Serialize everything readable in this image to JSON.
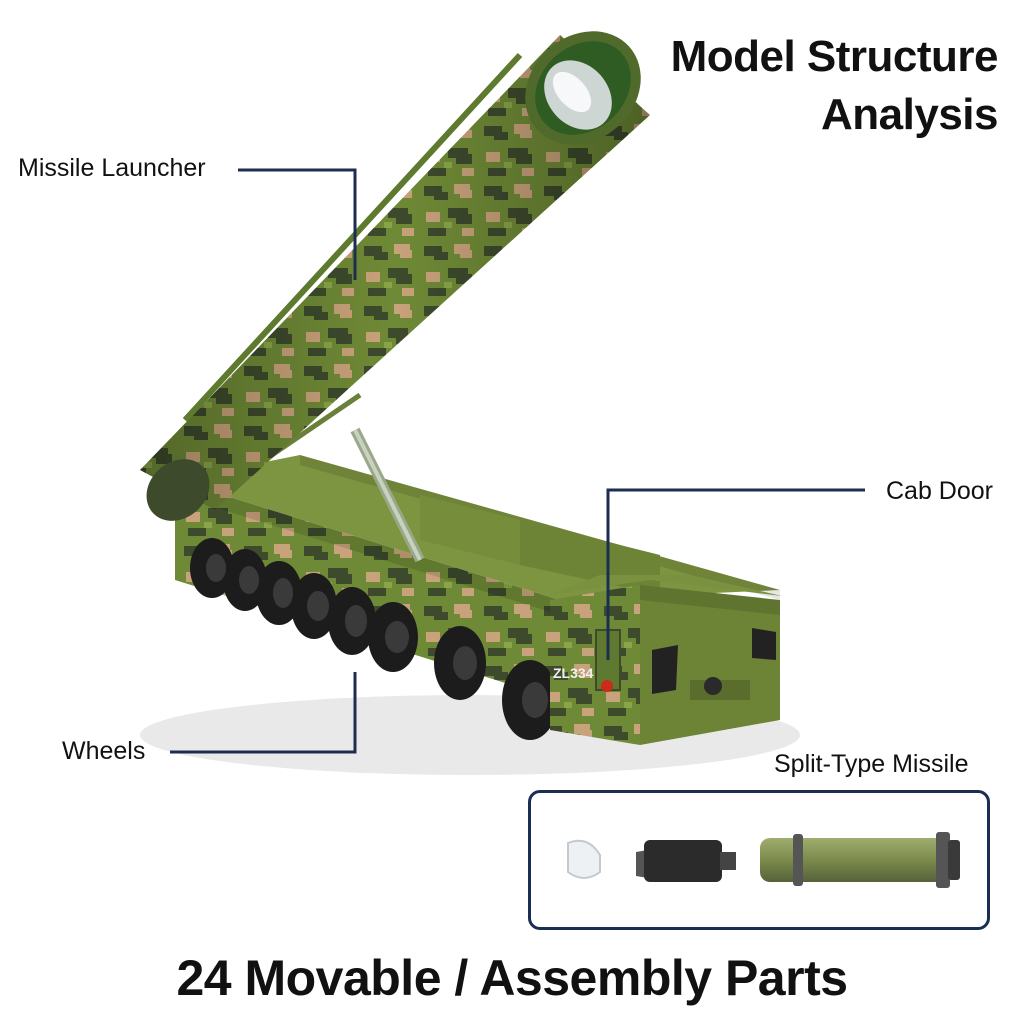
{
  "title": {
    "line1": "Model Structure",
    "line2": "Analysis"
  },
  "callouts": {
    "missile_launcher": "Missile Launcher",
    "cab_door": "Cab Door",
    "wheels": "Wheels",
    "split_missile": "Split-Type Missile"
  },
  "vehicle_marking": "ZL334",
  "footer": "24 Movable / Assembly Parts",
  "colors": {
    "leader_line": "#1b2e52",
    "camo_base": "#6f8a36",
    "camo_dark": "#3d4a2c",
    "camo_tan": "#c8a27a",
    "tire": "#1c1c1c",
    "panel_border": "#1b2e52"
  }
}
